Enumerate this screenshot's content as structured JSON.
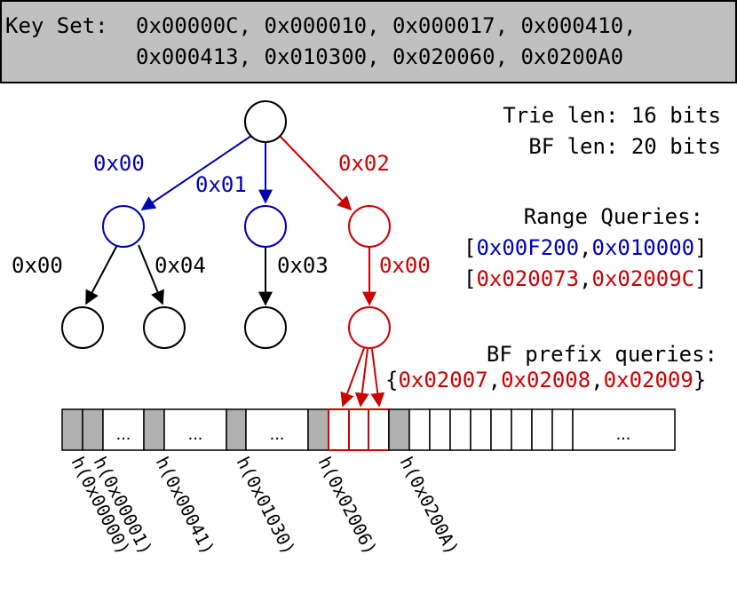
{
  "colors": {
    "black": "#000000",
    "blue": "#0000b4",
    "red": "#cc0000",
    "grey": "#c0c0c0",
    "cell_grey": "#b0b0b0"
  },
  "key_set": {
    "label": "Key Set:",
    "line1": "0x00000C, 0x000010, 0x000017, 0x000410,",
    "line2": "0x000413, 0x010300, 0x020060, 0x0200A0"
  },
  "info": {
    "trie_len": "Trie len: 16 bits",
    "bf_len": "BF len: 20 bits",
    "range_title": "Range Queries:",
    "range1_start": "0x00F200",
    "range1_end": "0x010000",
    "range2_start": "0x020073",
    "range2_end": "0x02009C",
    "bf_prefix_title": "BF prefix queries:",
    "bf_prefix_items": [
      "0x02007",
      "0x02008",
      "0x02009"
    ]
  },
  "tree": {
    "edge_labels": {
      "root_left": "0x00",
      "root_mid": "0x01",
      "root_right": "0x02",
      "left_left": "0x00",
      "left_right": "0x04",
      "mid_down": "0x03",
      "right_down": "0x00"
    }
  },
  "bf_array": {
    "ellipsis": "..."
  },
  "hash_labels": [
    "h(0x00000)",
    "h(0x00001)",
    "h(0x00041)",
    "h(0x01030)",
    "h(0x02006)",
    "h(0x0200A)"
  ],
  "punctuation": {
    "open_bracket": "[",
    "close_bracket": "]",
    "comma": ",",
    "open_brace": "{",
    "close_brace": "}"
  }
}
